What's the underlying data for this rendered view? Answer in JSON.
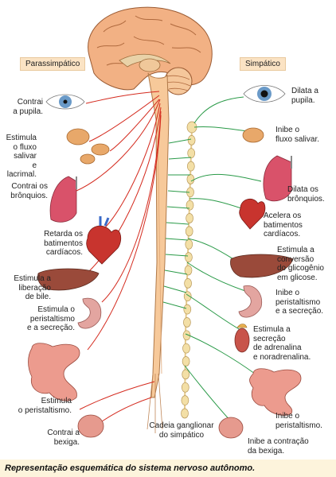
{
  "header_left": "Parassimpático",
  "header_right": "Simpático",
  "caption": "Representação esquemática do sistema nervoso autônomo.",
  "chain_label": "Cadeia ganglionar\ndo simpático",
  "para": [
    "Contrai\na pupila.",
    "Estimula\no fluxo\nsalivar\ne lacrimal.",
    "Contrai os\nbrônquios.",
    "Retarda os\nbatimentos\ncardíacos.",
    "Estimula a\nliberação\nde bile.",
    "Estimula o\nperistaltismo\ne a secreção.",
    "Estimula\no peristaltismo.",
    "Contrai a\nbexiga."
  ],
  "simp": [
    "Dilata a\npupila.",
    "Inibe o\nfluxo salivar.",
    "Dilata os\nbrônquios.",
    "Acelera os\nbatimentos\ncardíacos.",
    "Estimula a\nconversão\ndo glicogênio\nem glicose.",
    "Inibe o\nperistaltismo\ne a secreção.",
    "Estimula a\nsecreção\nde adrenalina\ne noradrenalina.",
    "Inibe o\nperistaltismo.",
    "Inibe a contração\nda bexiga."
  ],
  "colors": {
    "para_nerve": "#d42a1e",
    "simp_nerve": "#2a9a48",
    "header_bg": "#fbe3c4",
    "caption_bg": "#fdf4dc"
  }
}
